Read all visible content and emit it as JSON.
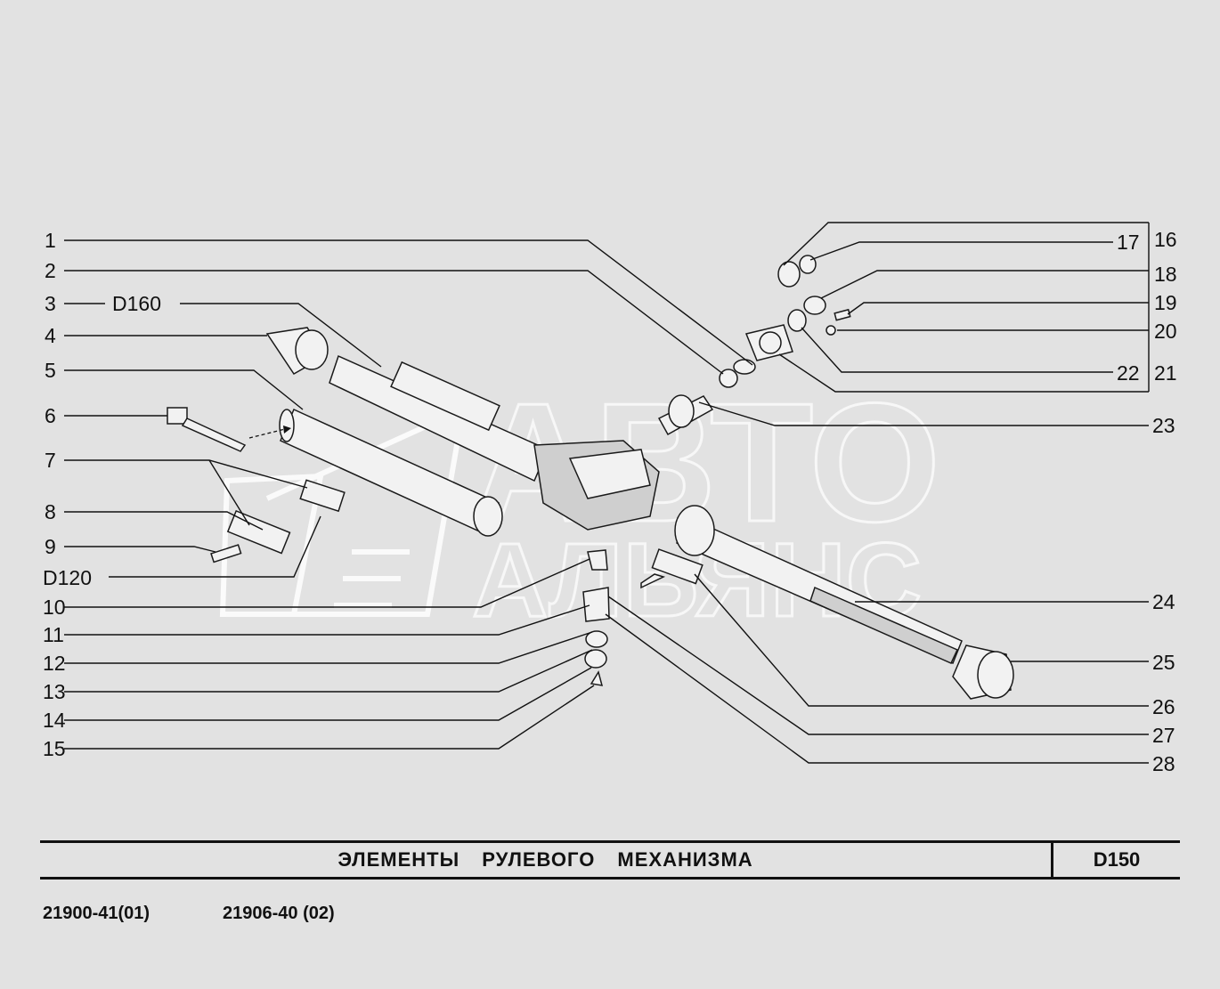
{
  "title": "ЭЛЕМЕНТЫ РУЛЕВОГО МЕХАНИЗМА",
  "code": "D150",
  "models": [
    "21900-41(01)",
    "21906-40 (02)"
  ],
  "watermark": {
    "line1": "АВТО",
    "line2": "АЛЬЯНС"
  },
  "left_labels": {
    "l1": "1",
    "l2": "2",
    "l3": "3",
    "l3_ref": "D160",
    "l4": "4",
    "l5": "5",
    "l6": "6",
    "l7": "7",
    "l8": "8",
    "l9": "9",
    "l9_ref": "D120",
    "l10": "10",
    "l11": "11",
    "l12": "12",
    "l13": "13",
    "l14": "14",
    "l15": "15"
  },
  "right_labels": {
    "r16": "16",
    "r17": "17",
    "r18": "18",
    "r19": "19",
    "r20": "20",
    "r21": "21",
    "r22": "22",
    "r23": "23",
    "r24": "24",
    "r25": "25",
    "r26": "26",
    "r27": "27",
    "r28": "28"
  }
}
